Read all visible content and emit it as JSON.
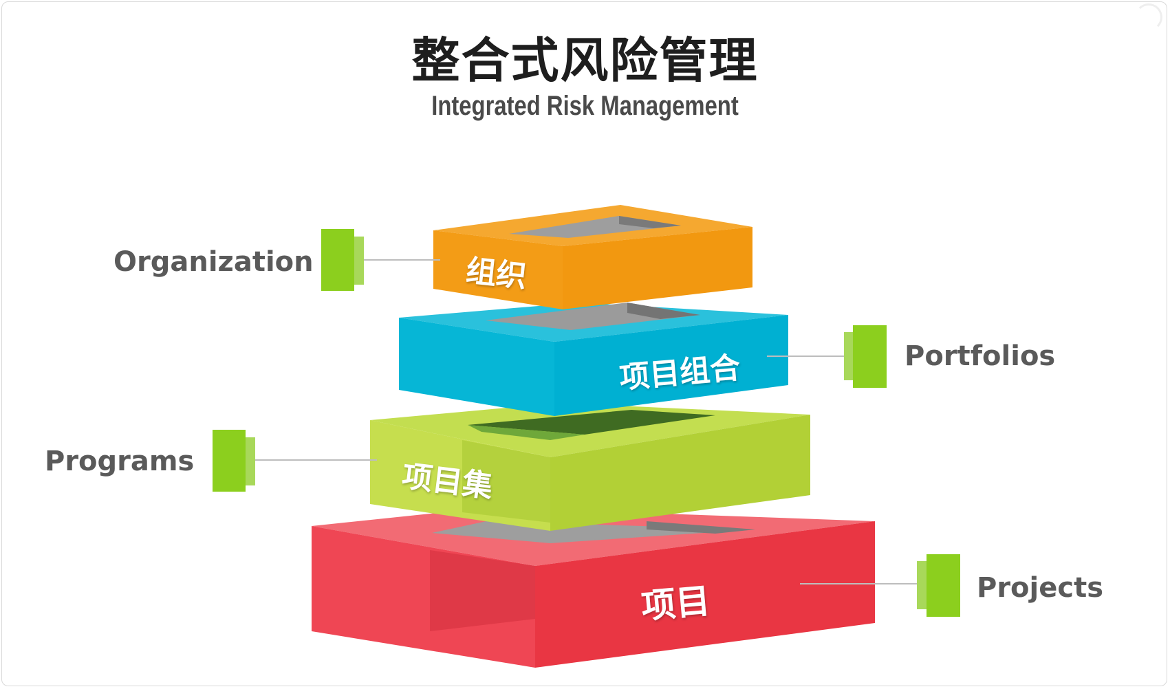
{
  "title": {
    "cn": "整合式风险管理",
    "en": "Integrated Risk Management"
  },
  "layers": [
    {
      "id": "organization",
      "cn": "组织",
      "en": "Organization",
      "color": "#f29a18"
    },
    {
      "id": "portfolios",
      "cn": "项目组合",
      "en": "Portfolios",
      "color": "#00b4d6"
    },
    {
      "id": "programs",
      "cn": "项目集",
      "en": "Programs",
      "color": "#b5d334"
    },
    {
      "id": "projects",
      "cn": "项目",
      "en": "Projects",
      "color": "#ec3945"
    }
  ],
  "connector_color": "#8ccf1e"
}
